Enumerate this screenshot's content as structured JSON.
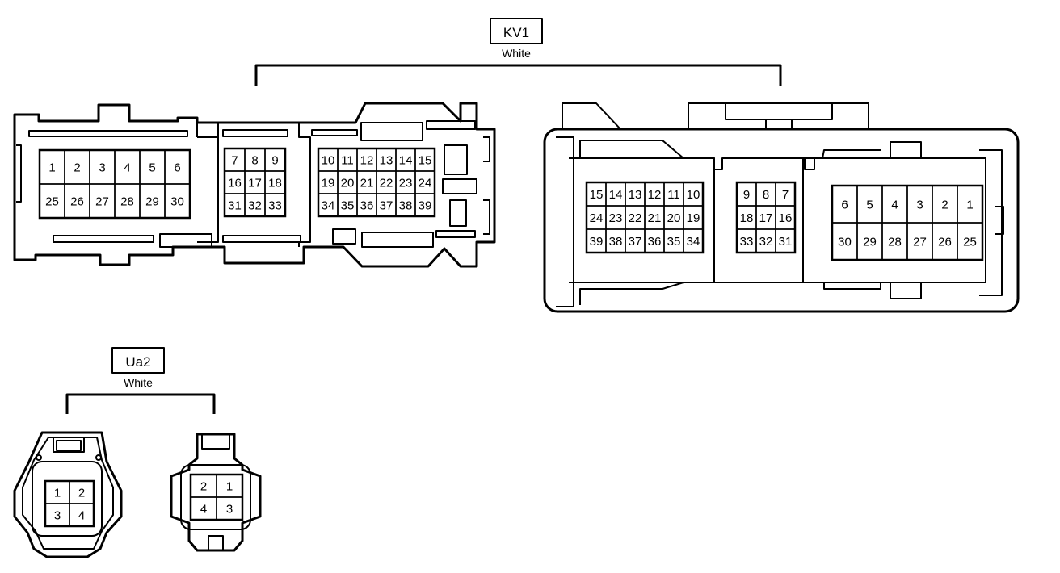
{
  "kv1": {
    "code": "KV1",
    "color": "White",
    "female": {
      "block_a": [
        [
          "1",
          "2",
          "3",
          "4",
          "5",
          "6"
        ],
        [
          "25",
          "26",
          "27",
          "28",
          "29",
          "30"
        ]
      ],
      "block_b": [
        [
          "7",
          "8",
          "9"
        ],
        [
          "16",
          "17",
          "18"
        ],
        [
          "31",
          "32",
          "33"
        ]
      ],
      "block_c": [
        [
          "10",
          "11",
          "12",
          "13",
          "14",
          "15"
        ],
        [
          "19",
          "20",
          "21",
          "22",
          "23",
          "24"
        ],
        [
          "34",
          "35",
          "36",
          "37",
          "38",
          "39"
        ]
      ]
    },
    "male": {
      "block_a": [
        [
          "15",
          "14",
          "13",
          "12",
          "11",
          "10"
        ],
        [
          "24",
          "23",
          "22",
          "21",
          "20",
          "19"
        ],
        [
          "39",
          "38",
          "37",
          "36",
          "35",
          "34"
        ]
      ],
      "block_b": [
        [
          "9",
          "8",
          "7"
        ],
        [
          "18",
          "17",
          "16"
        ],
        [
          "33",
          "32",
          "31"
        ]
      ],
      "block_c": [
        [
          "6",
          "5",
          "4",
          "3",
          "2",
          "1"
        ],
        [
          "30",
          "29",
          "28",
          "27",
          "26",
          "25"
        ]
      ]
    }
  },
  "ua2": {
    "code": "Ua2",
    "color": "White",
    "female": [
      [
        "1",
        "2"
      ],
      [
        "3",
        "4"
      ]
    ],
    "male": [
      [
        "2",
        "1"
      ],
      [
        "4",
        "3"
      ]
    ]
  },
  "colors": {
    "stroke": "#000000",
    "background": "#ffffff"
  }
}
